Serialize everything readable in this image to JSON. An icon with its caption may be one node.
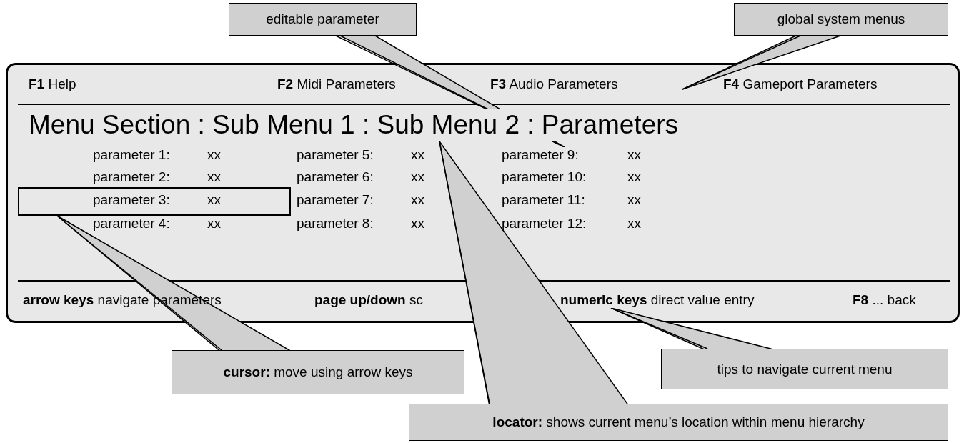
{
  "diagram": {
    "nodes": [
      {
        "text": [
          "editable parameter"
        ]
      },
      {
        "text": [
          "global system menus"
        ]
      },
      {
        "text": [],
        "shape": "box"
      },
      {
        "text": [
          "Menu Section : Sub Menu 1 : Sub Menu 2 : Parameters"
        ],
        "in": 2
      },
      {
        "text": [
          "parameter 9:"
        ],
        "in": 2
      },
      {
        "text": [],
        "shape": "box",
        "in": 2
      },
      {
        "text": [
          "**numeric keys** direct value entry"
        ],
        "in": 2
      },
      {
        "text": [
          "**cursor:** move using arrow keys"
        ]
      },
      {
        "text": [
          "tips to navigate current menu"
        ]
      },
      {
        "text": [
          "**locator:** shows current menu’s location within menu hierarchy"
        ]
      }
    ],
    "edges": [
      {
        "from": 0,
        "to": 4,
        "arrow": "none"
      },
      {
        "from": 1,
        "to": null,
        "arrow": "none"
      },
      {
        "from": 9,
        "to": 3,
        "arrow": "none"
      },
      {
        "from": 7,
        "to": 5,
        "arrow": "none"
      },
      {
        "from": 8,
        "to": 6,
        "arrow": "none"
      }
    ],
    "labels": [
      "**F1** Help",
      "**F2** Midi Parameters",
      "**F3** Audio Parameters",
      "**F4** Gameport Parameters",
      "parameter 1:",
      "xx",
      "parameter 5:",
      "xx",
      "xx",
      "parameter 2:",
      "xx",
      "parameter 6:",
      "xx",
      "parameter 10:",
      "xx",
      "parameter 3:",
      "xx",
      "parameter 7:",
      "xx",
      "parameter 11:",
      "xx",
      "parameter 4:",
      "xx",
      "parameter 8:",
      "xx",
      "parameter 12:",
      "xx",
      "**arrow keys** navigate parameters",
      "**page up/down** sc",
      "**F8** ... back"
    ]
  }
}
